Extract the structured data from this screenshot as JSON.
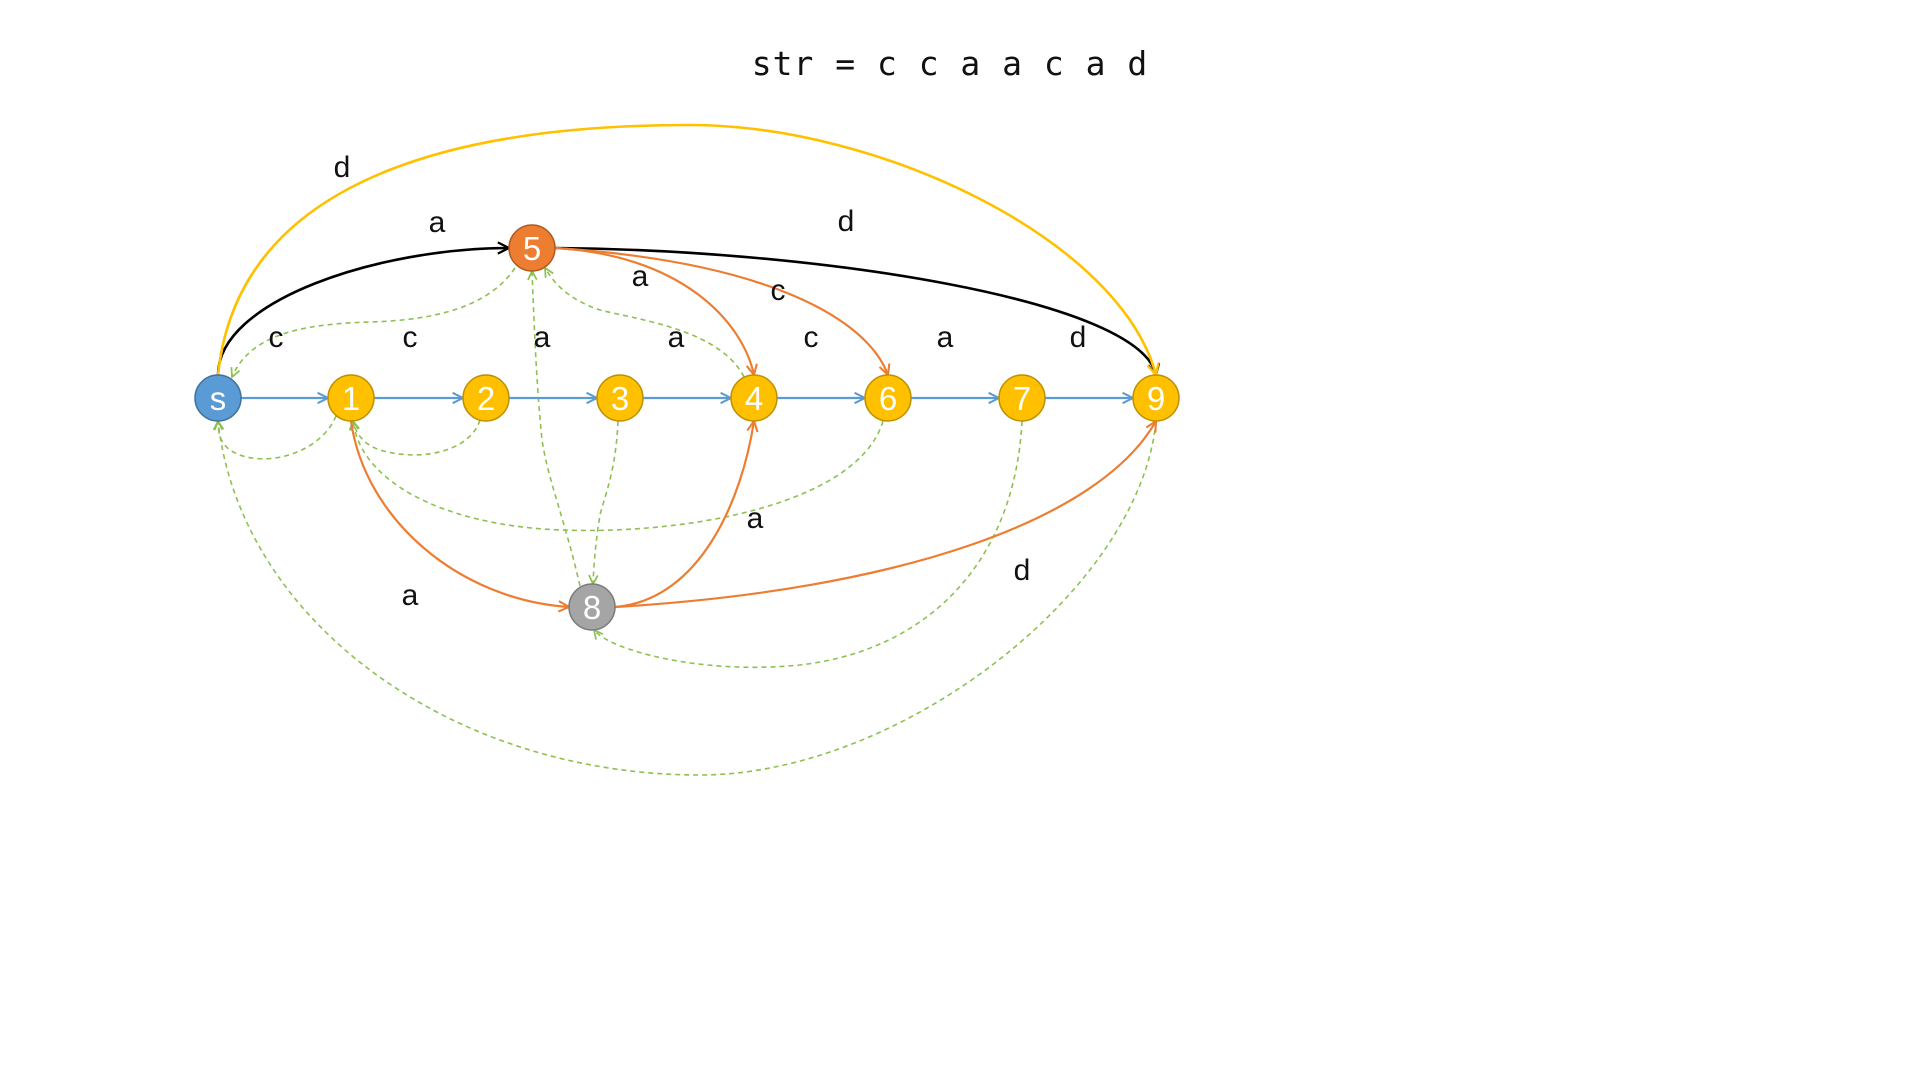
{
  "title": "str = c c a a c a d",
  "colors": {
    "chain_edge": "#5b9bd5",
    "orange_edge": "#ed7d31",
    "black_edge": "#000000",
    "yellow_edge": "#ffc000",
    "suffix_link": "#8cc152",
    "node_start": "#5b9bd5",
    "node_main": "#ffc000",
    "node_clone_5": "#ed7d31",
    "node_clone_8": "#a5a5a5"
  },
  "nodes": [
    {
      "id": "s",
      "label": "s",
      "role": "start"
    },
    {
      "id": "1",
      "label": "1",
      "role": "main"
    },
    {
      "id": "2",
      "label": "2",
      "role": "main"
    },
    {
      "id": "3",
      "label": "3",
      "role": "main"
    },
    {
      "id": "4",
      "label": "4",
      "role": "main"
    },
    {
      "id": "6",
      "label": "6",
      "role": "main"
    },
    {
      "id": "7",
      "label": "7",
      "role": "main"
    },
    {
      "id": "9",
      "label": "9",
      "role": "main"
    },
    {
      "id": "5",
      "label": "5",
      "role": "clone_5"
    },
    {
      "id": "8",
      "label": "8",
      "role": "clone_8"
    }
  ],
  "edges": [
    {
      "from": "s",
      "to": "1",
      "label": "c",
      "kind": "chain"
    },
    {
      "from": "1",
      "to": "2",
      "label": "c",
      "kind": "chain"
    },
    {
      "from": "2",
      "to": "3",
      "label": "a",
      "kind": "chain"
    },
    {
      "from": "3",
      "to": "4",
      "label": "a",
      "kind": "chain"
    },
    {
      "from": "4",
      "to": "6",
      "label": "c",
      "kind": "chain"
    },
    {
      "from": "6",
      "to": "7",
      "label": "a",
      "kind": "chain"
    },
    {
      "from": "7",
      "to": "9",
      "label": "d",
      "kind": "chain"
    },
    {
      "from": "s",
      "to": "5",
      "label": "a",
      "kind": "black"
    },
    {
      "from": "5",
      "to": "9",
      "label": "d",
      "kind": "black"
    },
    {
      "from": "s",
      "to": "9",
      "label": "d",
      "kind": "yellow"
    },
    {
      "from": "5",
      "to": "4",
      "label": "a",
      "kind": "orange"
    },
    {
      "from": "5",
      "to": "6",
      "label": "c",
      "kind": "orange"
    },
    {
      "from": "1",
      "to": "8",
      "label": "a",
      "kind": "orange"
    },
    {
      "from": "8",
      "to": "4",
      "label": "a",
      "kind": "orange"
    },
    {
      "from": "8",
      "to": "9",
      "label": "d",
      "kind": "orange"
    }
  ],
  "suffix_links": [
    {
      "from": "5",
      "to": "s"
    },
    {
      "from": "1",
      "to": "s"
    },
    {
      "from": "2",
      "to": "1"
    },
    {
      "from": "3",
      "to": "8"
    },
    {
      "from": "8",
      "to": "5"
    },
    {
      "from": "4",
      "to": "5"
    },
    {
      "from": "6",
      "to": "1"
    },
    {
      "from": "7",
      "to": "8"
    },
    {
      "from": "9",
      "to": "s"
    }
  ]
}
